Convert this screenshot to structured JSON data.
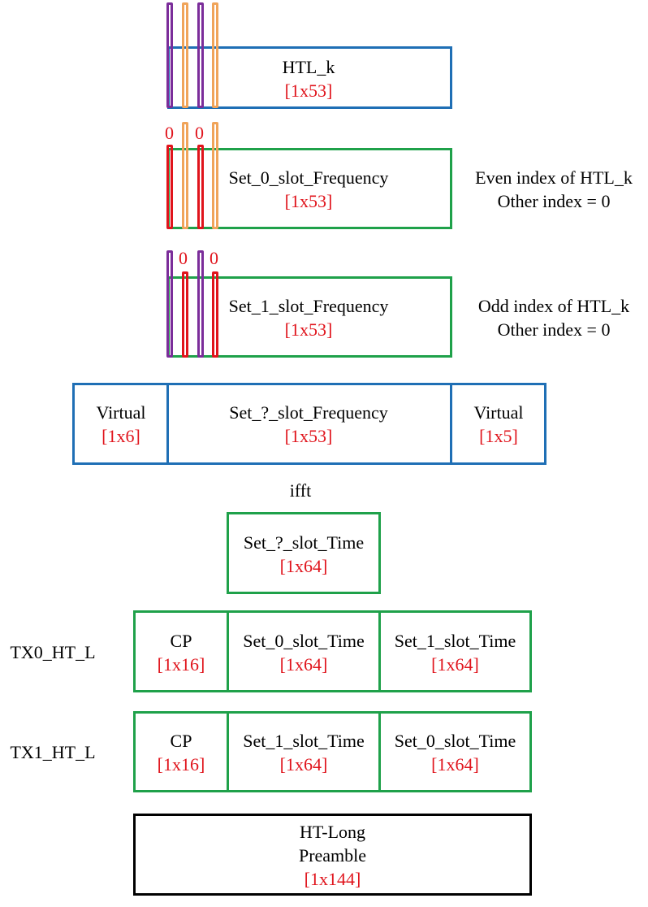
{
  "diagram": {
    "htl_k": {
      "label": "HTL_k",
      "size": "[1x53]"
    },
    "set0_freq": {
      "label": "Set_0_slot_Frequency",
      "size": "[1x53]",
      "note_line1": "Even index of HTL_k",
      "note_line2": "Other index = 0"
    },
    "set1_freq": {
      "label": "Set_1_slot_Frequency",
      "size": "[1x53]",
      "note_line1": "Odd index of HTL_k",
      "note_line2": "Other index = 0"
    },
    "zero": "0",
    "virtual_left": {
      "label": "Virtual",
      "size": "[1x6]"
    },
    "setq_freq": {
      "label": "Set_?_slot_Frequency",
      "size": "[1x53]"
    },
    "virtual_right": {
      "label": "Virtual",
      "size": "[1x5]"
    },
    "ifft": "ifft",
    "setq_time": {
      "label": "Set_?_slot_Time",
      "size": "[1x64]"
    },
    "tx0": {
      "name": "TX0_HT_L",
      "cp": {
        "label": "CP",
        "size": "[1x16]"
      },
      "first": {
        "label": "Set_0_slot_Time",
        "size": "[1x64]"
      },
      "second": {
        "label": "Set_1_slot_Time",
        "size": "[1x64]"
      }
    },
    "tx1": {
      "name": "TX1_HT_L",
      "cp": {
        "label": "CP",
        "size": "[1x16]"
      },
      "first": {
        "label": "Set_1_slot_Time",
        "size": "[1x64]"
      },
      "second": {
        "label": "Set_0_slot_Time",
        "size": "[1x64]"
      }
    },
    "preamble": {
      "line1": "HT-Long",
      "line2": "Preamble",
      "size": "[1x144]"
    }
  },
  "colors": {
    "blue_border": "#1f6fb5",
    "green_border": "#1fa14a",
    "red_text": "#e0141c",
    "purple_bar": "#7b2d9a",
    "orange_bar": "#f0a45a"
  }
}
